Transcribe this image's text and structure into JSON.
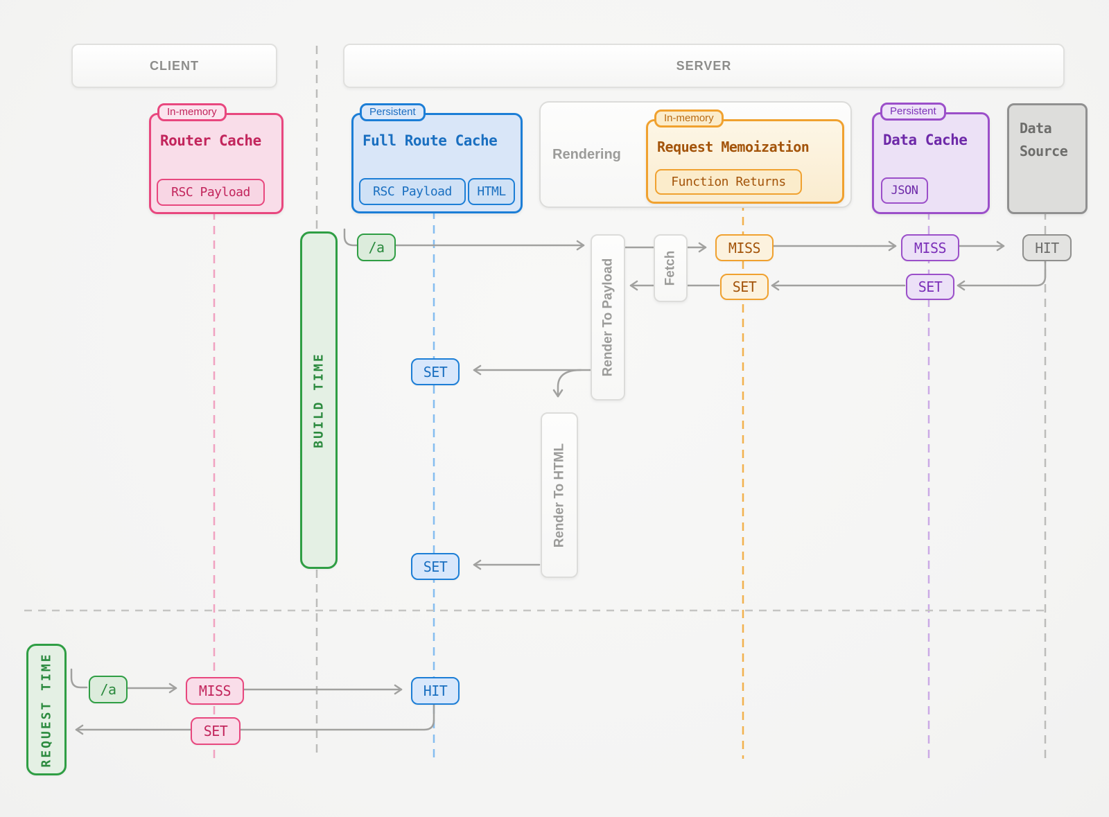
{
  "headers": {
    "client": "CLIENT",
    "server": "SERVER"
  },
  "lanes": {
    "router_cache": {
      "tab": "In-memory",
      "title": "Router Cache",
      "pill_rsc": "RSC Payload"
    },
    "full_route_cache": {
      "tab": "Persistent",
      "title": "Full Route Cache",
      "pill_rsc": "RSC Payload",
      "pill_html": "HTML"
    },
    "rendering": {
      "label": "Rendering"
    },
    "request_memoization": {
      "tab": "In-memory",
      "title": "Request Memoization",
      "pill": "Function Returns"
    },
    "data_cache": {
      "tab": "Persistent",
      "title": "Data Cache",
      "pill": "JSON"
    },
    "data_source": {
      "title": "Data Source"
    }
  },
  "timeline": {
    "build": "BUILD TIME",
    "request": "REQUEST TIME"
  },
  "process": {
    "render_to_payload": "Render To Payload",
    "fetch": "Fetch",
    "render_to_html": "Render To HTML"
  },
  "badges": {
    "build_route": "/a",
    "memo_miss": "MISS",
    "memo_set": "SET",
    "data_cache_miss": "MISS",
    "data_cache_set": "SET",
    "source_hit": "HIT",
    "full_route_set_payload": "SET",
    "full_route_set_html": "SET",
    "request_route": "/a",
    "router_miss": "MISS",
    "router_set": "SET",
    "full_route_hit": "HIT"
  },
  "colors": {
    "pink": "#e8477e",
    "green": "#2f9e44",
    "blue": "#1c7ed6",
    "orange": "#f0a12f",
    "purple": "#9b4fc9",
    "gray": "#909090",
    "arrow": "#a1a19f"
  }
}
